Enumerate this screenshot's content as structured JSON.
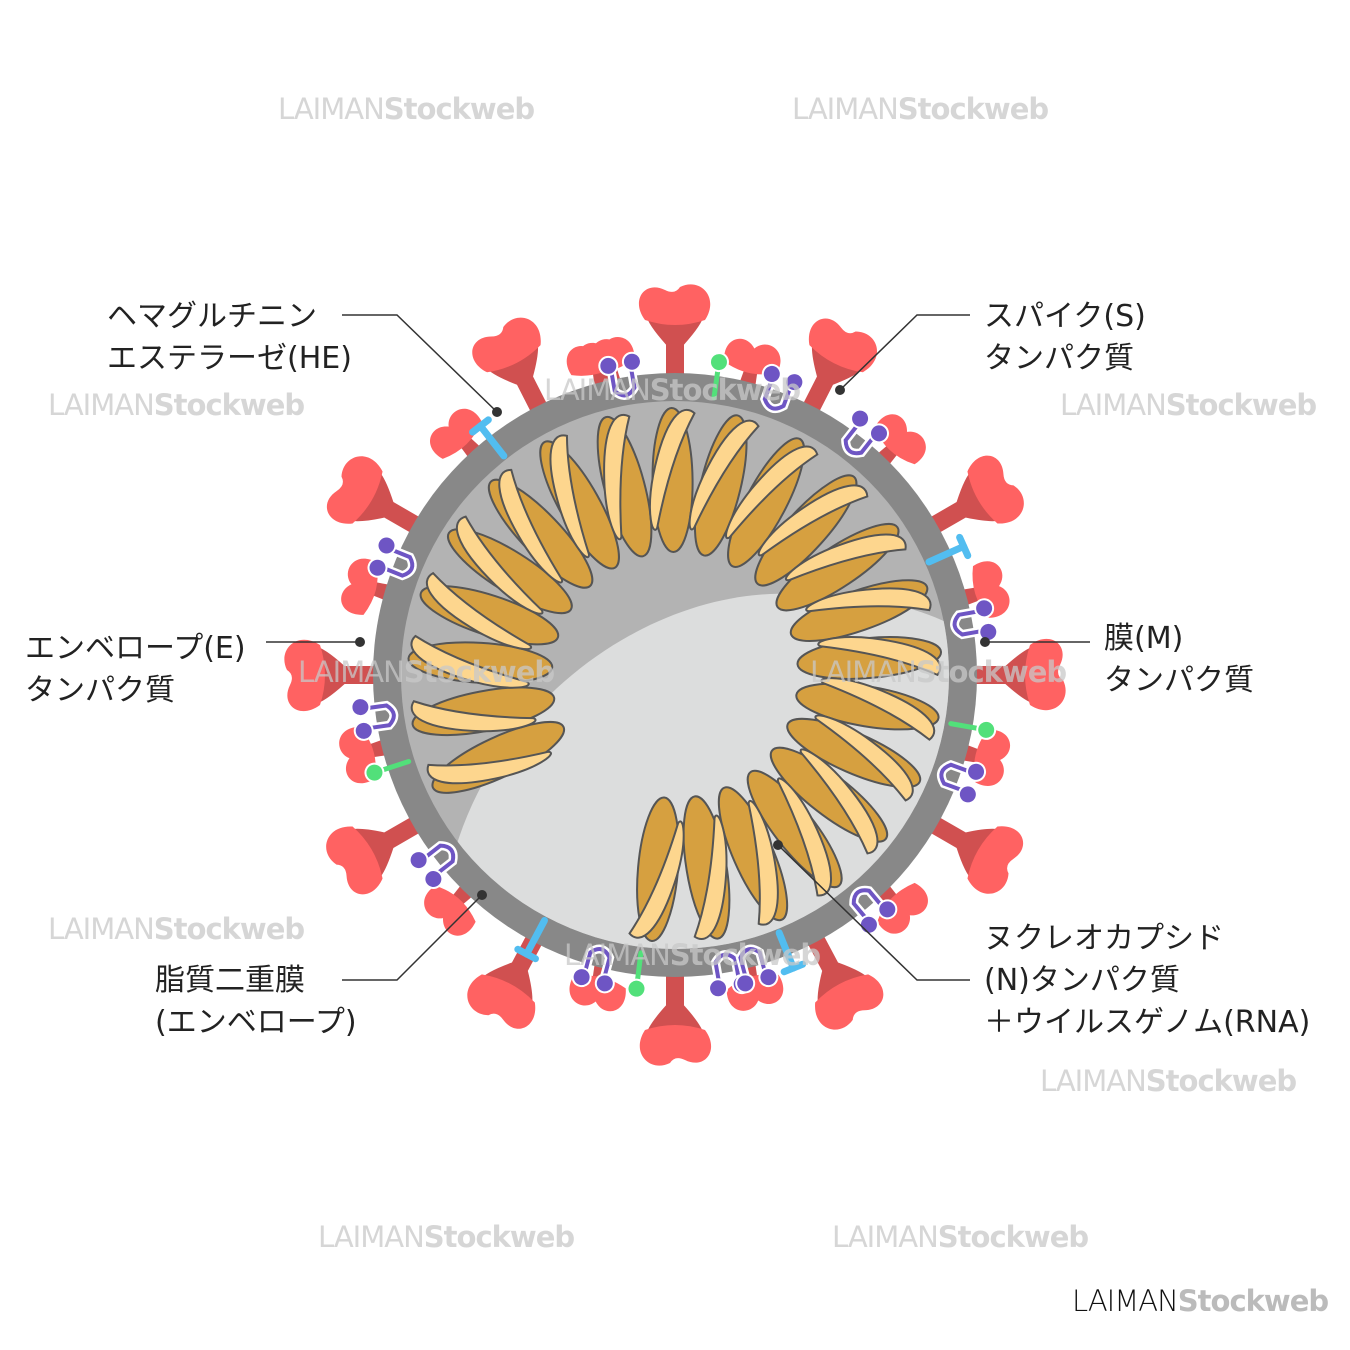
{
  "labels": {
    "he": [
      "ヘマグルチニン",
      "エステラーゼ(HE)"
    ],
    "spike": [
      "スパイク(S)",
      "タンパク質"
    ],
    "envelope_protein": [
      "エンベロープ(E)",
      "タンパク質"
    ],
    "membrane": [
      "膜(M)",
      "タンパク質"
    ],
    "lipid": [
      "脂質二重膜",
      "(エンベロープ)"
    ],
    "nucleocapsid": [
      "ヌクレオカプシド",
      "(N)タンパク質",
      "＋ウイルスゲノム(RNA)"
    ]
  },
  "watermark": {
    "part1": "LAIMAN",
    "part2": "Stockweb"
  },
  "logo": {
    "part1": "LAIMAN",
    "part2": "Stockweb"
  },
  "colors": {
    "spike_head": "#ff6262",
    "spike_stem": "#d05050",
    "membrane_protein": "#6e55c4",
    "envelope_protein": "#52e07a",
    "he_protein": "#52bdf0",
    "envelope_ring": "#888888",
    "interior": "#b3b3b3",
    "interior_light": "#dcdddd",
    "ribbon_front": "#fdd68e",
    "ribbon_back": "#d6a040"
  }
}
